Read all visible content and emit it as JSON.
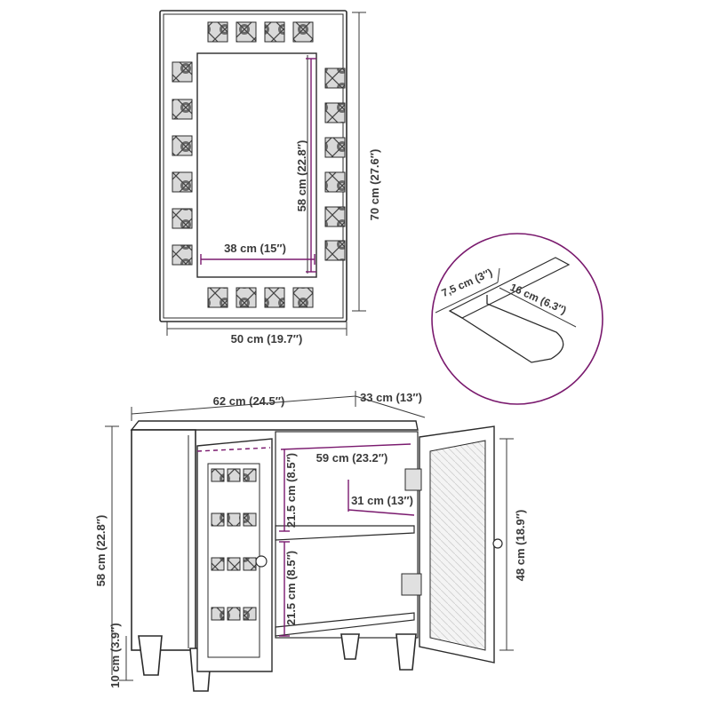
{
  "mirror": {
    "width_label": "50 cm (19.7″)",
    "height_label": "70 cm (27.6″)",
    "inner_width_label": "38 cm (15″)",
    "inner_height_label": "58 cm (22.8″)"
  },
  "detail": {
    "depth_label": "7,5 cm (3″)",
    "length_label": "16 cm (6.3″)"
  },
  "cabinet": {
    "width_label": "62 cm (24.5″)",
    "depth_label": "33 cm (13″)",
    "height_label": "58 cm (22.8″)",
    "leg_label": "10 cm (3.9″)",
    "inner_height_label": "48 cm (18.9″)",
    "inner_width_label": "59 cm (23.2″)",
    "shelf_depth_label": "31 cm (13″)",
    "shelf_upper_label": "21.5 cm (8.5″)",
    "shelf_lower_label": "21.5 cm (8.5″)"
  },
  "colors": {
    "dimension_accent": "#7a1a6e",
    "outline": "#2b2b2b"
  }
}
